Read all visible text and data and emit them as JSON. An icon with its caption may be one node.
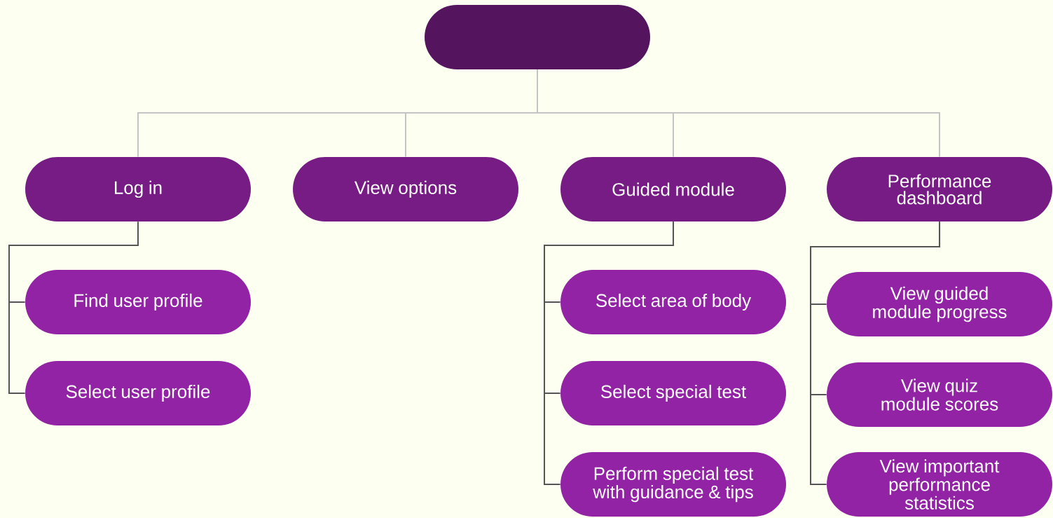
{
  "diagram": {
    "nodes": [
      {
        "text": [],
        "shape": "box"
      },
      {
        "text": [
          "Log in"
        ]
      },
      {
        "text": [
          "View options"
        ]
      },
      {
        "text": [
          "Guided module"
        ]
      },
      {
        "text": [
          "Performance dashboard"
        ]
      },
      {
        "text": [
          "Find user profile"
        ]
      },
      {
        "text": [
          "Select user profile"
        ]
      },
      {
        "text": [
          "Select area of body"
        ]
      },
      {
        "text": [
          "Select special test"
        ]
      },
      {
        "text": [
          "Perform special test with guidance & tips"
        ]
      },
      {
        "text": [
          "View guided module progress"
        ]
      },
      {
        "text": [
          "View quiz module scores"
        ]
      },
      {
        "text": [
          "View important performance statistics"
        ]
      }
    ],
    "edges": [
      {
        "from": 0,
        "to": 1,
        "arrow": "none",
        "color": "#c4c4c4"
      },
      {
        "from": 0,
        "to": 2,
        "arrow": "none",
        "color": "#c4c4c4"
      },
      {
        "from": 0,
        "to": 3,
        "arrow": "none",
        "color": "#c4c4c4"
      },
      {
        "from": 0,
        "to": 4,
        "arrow": "none",
        "color": "#c4c4c4"
      },
      {
        "from": 1,
        "to": 5,
        "arrow": "none"
      },
      {
        "from": 1,
        "to": 6,
        "arrow": "none"
      },
      {
        "from": 3,
        "to": 7,
        "arrow": "none"
      },
      {
        "from": 3,
        "to": 8,
        "arrow": "none"
      },
      {
        "from": 3,
        "to": 9,
        "arrow": "none"
      },
      {
        "from": 4,
        "to": 10,
        "arrow": "none"
      },
      {
        "from": 4,
        "to": 11,
        "arrow": "none"
      },
      {
        "from": 4,
        "to": 12,
        "arrow": "none"
      }
    ]
  }
}
